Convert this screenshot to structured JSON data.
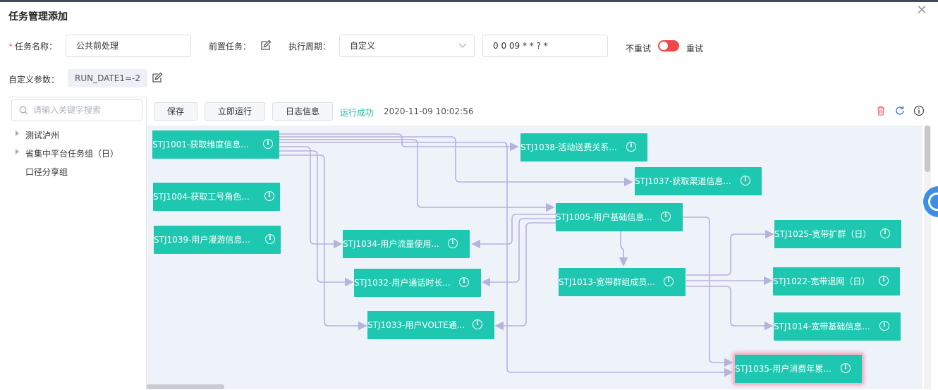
{
  "dialog": {
    "title": "任务管理添加",
    "close_icon": "close-icon"
  },
  "form": {
    "task_name_label": "任务名称：",
    "task_name_value": "公共前处理",
    "pre_task_label": "前置任务：",
    "cycle_label": "执行周期：",
    "cycle_value": "自定义",
    "cron_value": "0 0 09 * * ? *",
    "no_retry_label": "不重试",
    "retry_label": "重试",
    "retry_toggle_color": "#f04848",
    "custom_params_label": "自定义参数：",
    "custom_params_value": "RUN_DATE1=-2"
  },
  "tree": {
    "search_placeholder": "请输入关键字搜索",
    "items": [
      {
        "label": "测试泸州"
      },
      {
        "label": "省集中平台任务组（日）"
      },
      {
        "label": "口径分享组"
      }
    ]
  },
  "toolbar": {
    "save_label": "保存",
    "run_label": "立即运行",
    "log_label": "日志信息",
    "status": "运行成功",
    "status_color": "#19c1a7",
    "timestamp": "2020-11-09 10:02:56"
  },
  "canvas": {
    "node_color": "#1ec8b0",
    "nodes": [
      {
        "id": "n1001",
        "label": "STJ1001-获取维度信息..."
      },
      {
        "id": "n1004",
        "label": "STJ1004-获取工号角色..."
      },
      {
        "id": "n1039",
        "label": "STJ1039-用户漫游信息..."
      },
      {
        "id": "n1034",
        "label": "STJ1034-用户流量使用..."
      },
      {
        "id": "n1032",
        "label": "STJ1032-用户通话时长..."
      },
      {
        "id": "n1033",
        "label": "STJ1033-用户VOLTE通..."
      },
      {
        "id": "n1038",
        "label": "STJ1038-活动送费关系..."
      },
      {
        "id": "n1037",
        "label": "STJ1037-获取渠道信息..."
      },
      {
        "id": "n1005",
        "label": "STJ1005-用户基础信息..."
      },
      {
        "id": "n1013",
        "label": "STJ1013-宽带群组成员..."
      },
      {
        "id": "n1025",
        "label": "STJ1025-宽带扩群（日）"
      },
      {
        "id": "n1022",
        "label": "STJ1022-宽带退网（日）"
      },
      {
        "id": "n1014",
        "label": "STJ1014-宽带基础信息..."
      },
      {
        "id": "n1035",
        "label": "STJ1035-用户消费年累..."
      }
    ]
  }
}
